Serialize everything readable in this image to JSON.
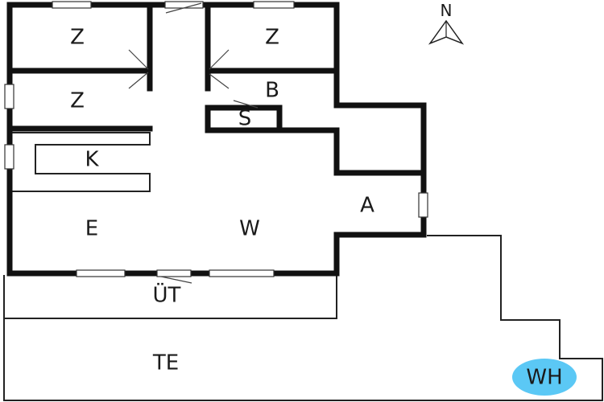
{
  "plan": {
    "compass": {
      "label": "N"
    },
    "rooms": [
      {
        "id": "z1",
        "label": "Z"
      },
      {
        "id": "z2",
        "label": "Z"
      },
      {
        "id": "z3",
        "label": "Z"
      },
      {
        "id": "b",
        "label": "B"
      },
      {
        "id": "s",
        "label": "S"
      },
      {
        "id": "k",
        "label": "K"
      },
      {
        "id": "e",
        "label": "E"
      },
      {
        "id": "w",
        "label": "W"
      },
      {
        "id": "a",
        "label": "A"
      },
      {
        "id": "ut",
        "label": "ÜT"
      },
      {
        "id": "te",
        "label": "TE"
      }
    ],
    "hot_tub": {
      "label": "WH",
      "color": "#5bc8f5"
    },
    "colors": {
      "walls": "#111111",
      "background": "#ffffff"
    }
  }
}
